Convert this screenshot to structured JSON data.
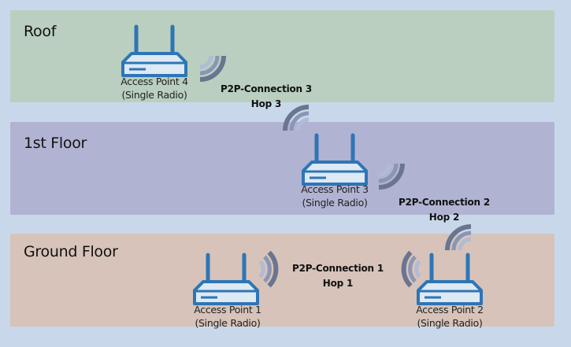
{
  "floors": [
    {
      "id": "roof",
      "label": "Roof",
      "color": "#bacfbf"
    },
    {
      "id": "first",
      "label": "1st Floor",
      "color": "#b1b3d3"
    },
    {
      "id": "ground",
      "label": "Ground Floor",
      "color": "#d7c3b9"
    }
  ],
  "access_points": [
    {
      "name": "Access Point 4",
      "type": "(Single Radio)",
      "floor": "Roof"
    },
    {
      "name": "Access Point 3",
      "type": "(Single Radio)",
      "floor": "1st Floor"
    },
    {
      "name": "Access Point 1",
      "type": "(Single Radio)",
      "floor": "Ground Floor"
    },
    {
      "name": "Access Point 2",
      "type": "(Single Radio)",
      "floor": "Ground Floor"
    }
  ],
  "connections": [
    {
      "name": "P2P-Connection 3",
      "hop": "Hop 3",
      "from": "Access Point 4",
      "to": "Access Point 3"
    },
    {
      "name": "P2P-Connection 2",
      "hop": "Hop 2",
      "from": "Access Point 3",
      "to": "Access Point 2"
    },
    {
      "name": "P2P-Connection 1",
      "hop": "Hop 1",
      "from": "Access Point 1",
      "to": "Access Point 2"
    }
  ],
  "colors": {
    "background": "#c8d8ea",
    "router_stroke": "#2e75b6",
    "router_fill": "#dde9f3",
    "wave_dark": "#6a7590",
    "wave_mid": "#8a96b4",
    "wave_light": "#b0bbd6"
  }
}
